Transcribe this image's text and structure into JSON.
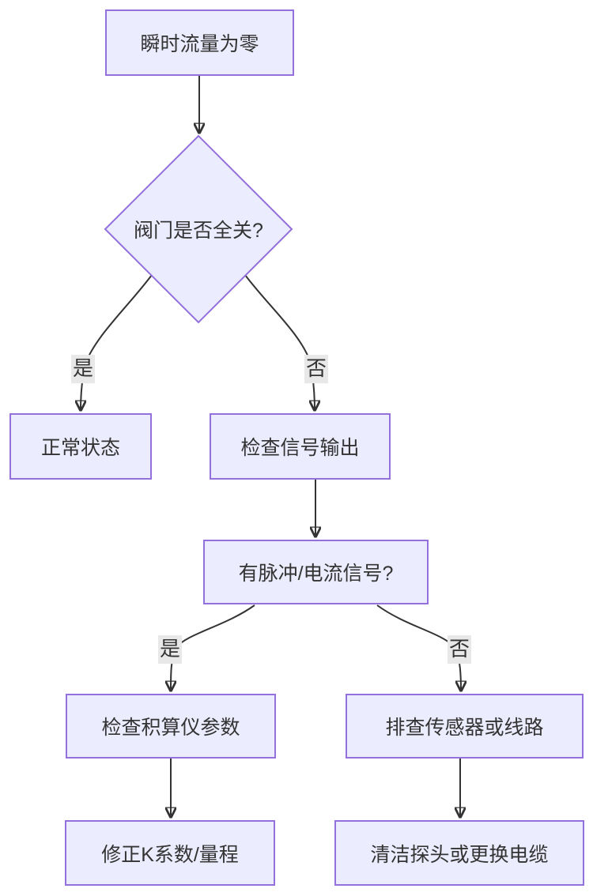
{
  "diagram": {
    "type": "flowchart",
    "direction": "top-down",
    "nodes": [
      {
        "id": "A",
        "shape": "rect",
        "label": "瞬时流量为零"
      },
      {
        "id": "B",
        "shape": "diamond",
        "label": "阀门是否全关?"
      },
      {
        "id": "C",
        "shape": "rect",
        "label": "正常状态"
      },
      {
        "id": "D",
        "shape": "rect",
        "label": "检查信号输出"
      },
      {
        "id": "E",
        "shape": "rect",
        "label": "有脉冲/电流信号?"
      },
      {
        "id": "F",
        "shape": "rect",
        "label": "检查积算仪参数"
      },
      {
        "id": "G",
        "shape": "rect",
        "label": "排查传感器或线路"
      },
      {
        "id": "H",
        "shape": "rect",
        "label": "修正K系数/量程"
      },
      {
        "id": "I",
        "shape": "rect",
        "label": "清洁探头或更换电缆"
      }
    ],
    "edges": [
      {
        "from": "A",
        "to": "B",
        "label": ""
      },
      {
        "from": "B",
        "to": "C",
        "label": "是"
      },
      {
        "from": "B",
        "to": "D",
        "label": "否"
      },
      {
        "from": "D",
        "to": "E",
        "label": ""
      },
      {
        "from": "E",
        "to": "F",
        "label": "是"
      },
      {
        "from": "E",
        "to": "G",
        "label": "否"
      },
      {
        "from": "F",
        "to": "H",
        "label": ""
      },
      {
        "from": "G",
        "to": "I",
        "label": ""
      }
    ],
    "colors": {
      "node_fill": "#ECECFF",
      "node_border": "#9370DB",
      "edge_line": "#333333",
      "edge_label_bg": "#e8e8e8",
      "text": "#333333",
      "background": "#ffffff"
    }
  }
}
